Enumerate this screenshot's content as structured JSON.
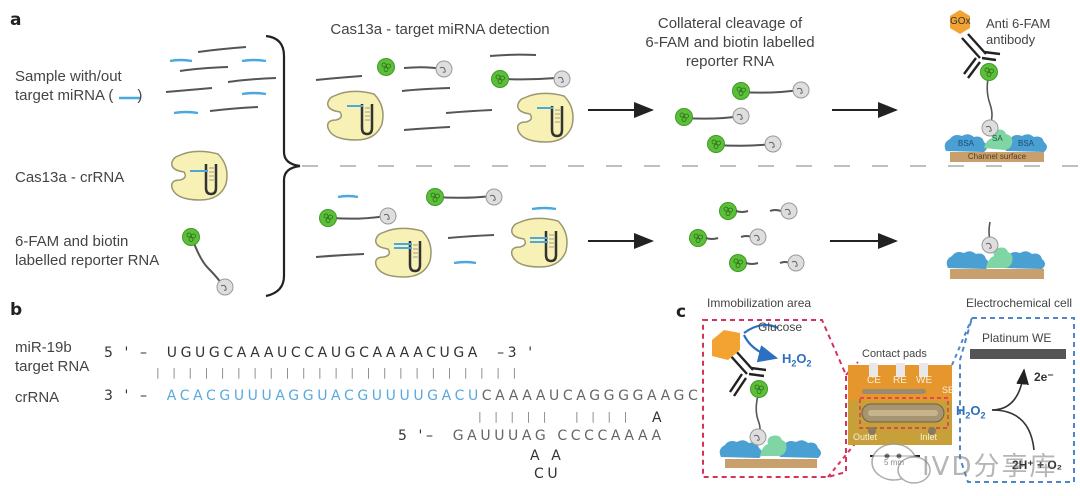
{
  "panel_a": {
    "letter": "a",
    "row_labels": {
      "sample": [
        "Sample with/out",
        "target miRNA (",
        ")"
      ],
      "cas13a": "Cas13a - crRNA",
      "reporter": [
        "6-FAM and biotin",
        "labelled reporter RNA"
      ]
    },
    "step_headers": {
      "detection": "Cas13a - target miRNA detection",
      "cleavage": [
        "Collateral cleavage of",
        "6-FAM and biotin labelled",
        "reporter RNA"
      ]
    },
    "capture": {
      "enzyme": "GOx",
      "antibody": [
        "Anti 6-FAM",
        "antibody"
      ],
      "sa": "SA",
      "bsa_left": "BSA",
      "bsa_right": "BSA",
      "surface": "Channel surface"
    }
  },
  "panel_b": {
    "letter": "b",
    "target_label": [
      "miR-19b",
      "target RNA"
    ],
    "crrna_label": "crRNA",
    "target_prime5": "5 ' –",
    "target_seq": "UGUGCAAAUCCAUGCAAAACUGA",
    "target_prime3": "–3 '",
    "pair_bars": "| | | | | | | | | | | | | | | | | | | | | | |",
    "crrna_prime3": "3 ' –",
    "crrna_spacer": "ACACGUUUAGGUACGUUUUGACU",
    "crrna_handle": "CAAAAUCAGGGGAAGC",
    "stem_bars": "| | | | |   | | | |",
    "loop_a_right": "A",
    "lower_prime5": "5 '–",
    "lower_seq": "GAUUUAG CCCCAAAA",
    "bulge_row1": "A A",
    "bulge_row2": "CU"
  },
  "panel_c": {
    "letter": "c",
    "immobilization_title": "Immobilization area",
    "glucose": "Glucose",
    "h2o2_main": "H",
    "h2o2_sub": "2",
    "h2o2_o": "O",
    "contact_pads": "Contact pads",
    "electrodes": [
      "CE",
      "RE",
      "WE"
    ],
    "sb": "SB",
    "outlet": "Outlet",
    "inlet": "Inlet",
    "scale": "5 mm",
    "ec_title": "Electrochemical cell",
    "platinum": "Platinum WE",
    "electrons": "2e⁻",
    "products": "2H⁺ + O₂"
  },
  "watermark": "IVD分享库",
  "colors": {
    "fam_green": "#5cbf3a",
    "biotin_gray": "#d9d9d9",
    "mirna_blue": "#4aa8de",
    "cas_fill": "#f7f1b5",
    "gox_orange": "#f2a332",
    "bsa_blue": "#4a9fd3",
    "sa_green": "#7fd6a4",
    "surface_tan": "#c7a06e",
    "red_dash": "#d6335a",
    "blue_dash": "#4f86c6"
  }
}
